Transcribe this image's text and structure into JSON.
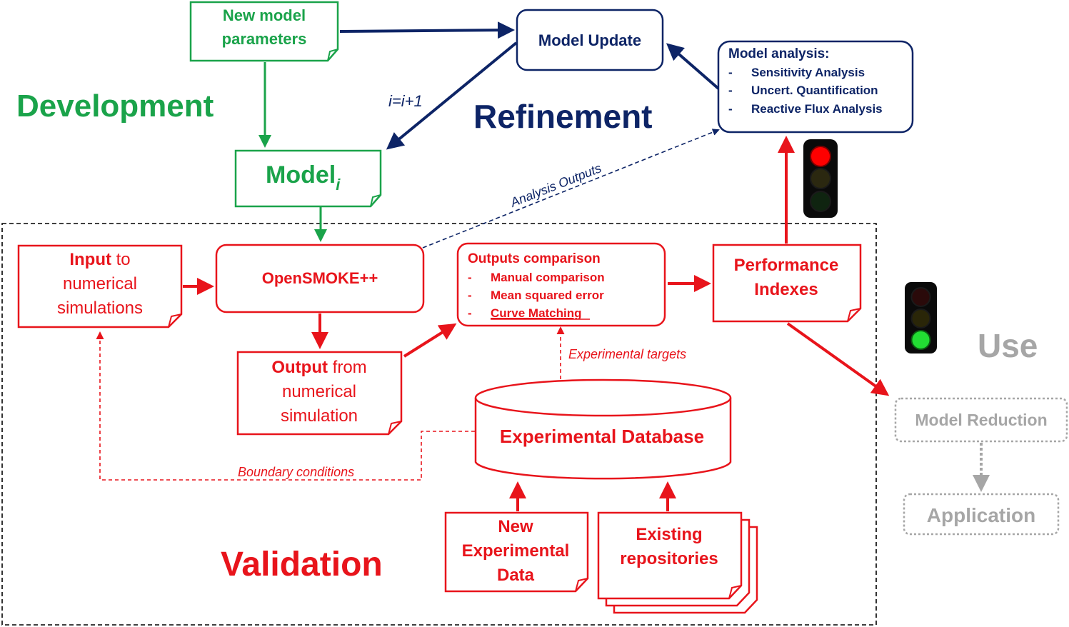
{
  "colors": {
    "green": "#1aa34a",
    "navy": "#0d2466",
    "red": "#e8141b",
    "gray": "#a6a6a6",
    "black": "#000000"
  },
  "sections": {
    "development": "Development",
    "refinement": "Refinement",
    "validation": "Validation",
    "use": "Use"
  },
  "nodes": {
    "new_params": [
      "New model",
      "parameters"
    ],
    "model_update": "Model Update",
    "model_i": {
      "base": "Model",
      "subscript": "i"
    },
    "model_analysis": {
      "title": "Model analysis:",
      "bullet": "-",
      "items": [
        "Sensitivity Analysis",
        "Uncert. Quantification",
        "Reactive Flux Analysis"
      ]
    },
    "input": {
      "bold": "Input",
      "rest": " to",
      "lines": [
        "numerical",
        "simulations"
      ]
    },
    "opensmoke": "OpenSMOKE++",
    "outputs_comparison": {
      "title": "Outputs comparison",
      "bullet": "-",
      "items": [
        "Manual comparison",
        "Mean squared error",
        "Curve Matching"
      ]
    },
    "performance": [
      "Performance",
      "Indexes"
    ],
    "output": {
      "bold": "Output",
      "rest": " from",
      "lines": [
        "numerical",
        "simulation"
      ]
    },
    "exp_db": "Experimental Database",
    "new_exp_data": [
      "New",
      "Experimental",
      "Data"
    ],
    "existing_repos": [
      "Existing",
      "repositories"
    ],
    "model_reduction": "Model Reduction",
    "application": "Application"
  },
  "labels": {
    "iteration": "i=i+1",
    "analysis_outputs": "Analysis Outputs",
    "experimental_targets": "Experimental targets",
    "boundary_conditions": "Boundary conditions"
  },
  "traffic_lights": {
    "refinement_light": "red",
    "use_light": "green"
  }
}
